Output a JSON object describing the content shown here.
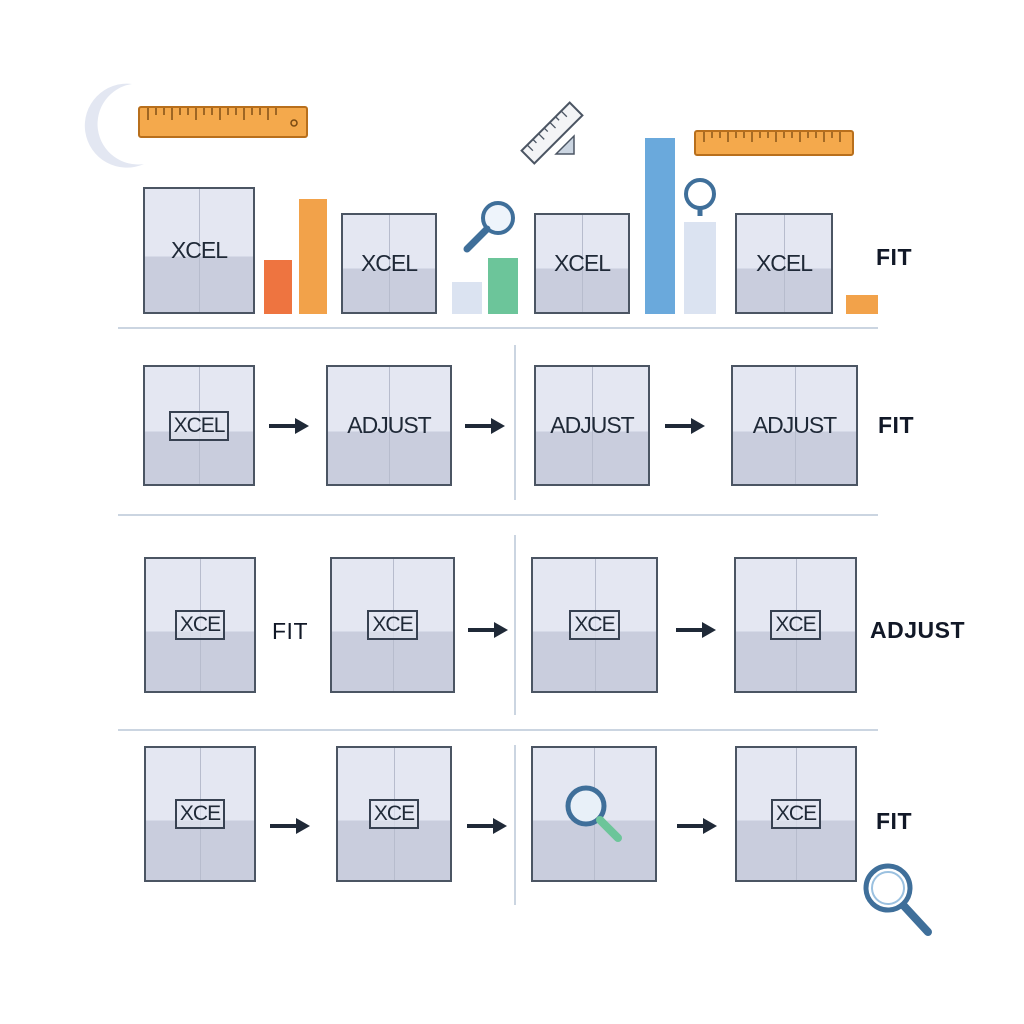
{
  "rows": [
    {
      "cells": [
        "XCEL",
        "XCEL",
        "XCEL",
        "XCEL"
      ],
      "end_label": "FIT"
    },
    {
      "cells": [
        "XCEL",
        "ADJUST",
        "ADJUST",
        "ADJUST"
      ],
      "end_label": "FIT"
    },
    {
      "cells": [
        "XCE",
        "XCE",
        "XCE",
        "XCE"
      ],
      "mid_label": "FIT",
      "end_label": "ADJUST"
    },
    {
      "cells": [
        "XCE",
        "XCE",
        "",
        "XCE"
      ],
      "end_label": "FIT"
    }
  ],
  "colors": {
    "orange": "#f2a24a",
    "red_orange": "#ee7440",
    "blue": "#6aa9dc",
    "pale_blue": "#dbe3f1",
    "green": "#6cc59a",
    "ruler": "#f4a94c"
  },
  "icons": [
    "ruler-icon",
    "triangle-ruler-icon",
    "magnifier-icon",
    "crescent-icon",
    "arrow-icon"
  ]
}
